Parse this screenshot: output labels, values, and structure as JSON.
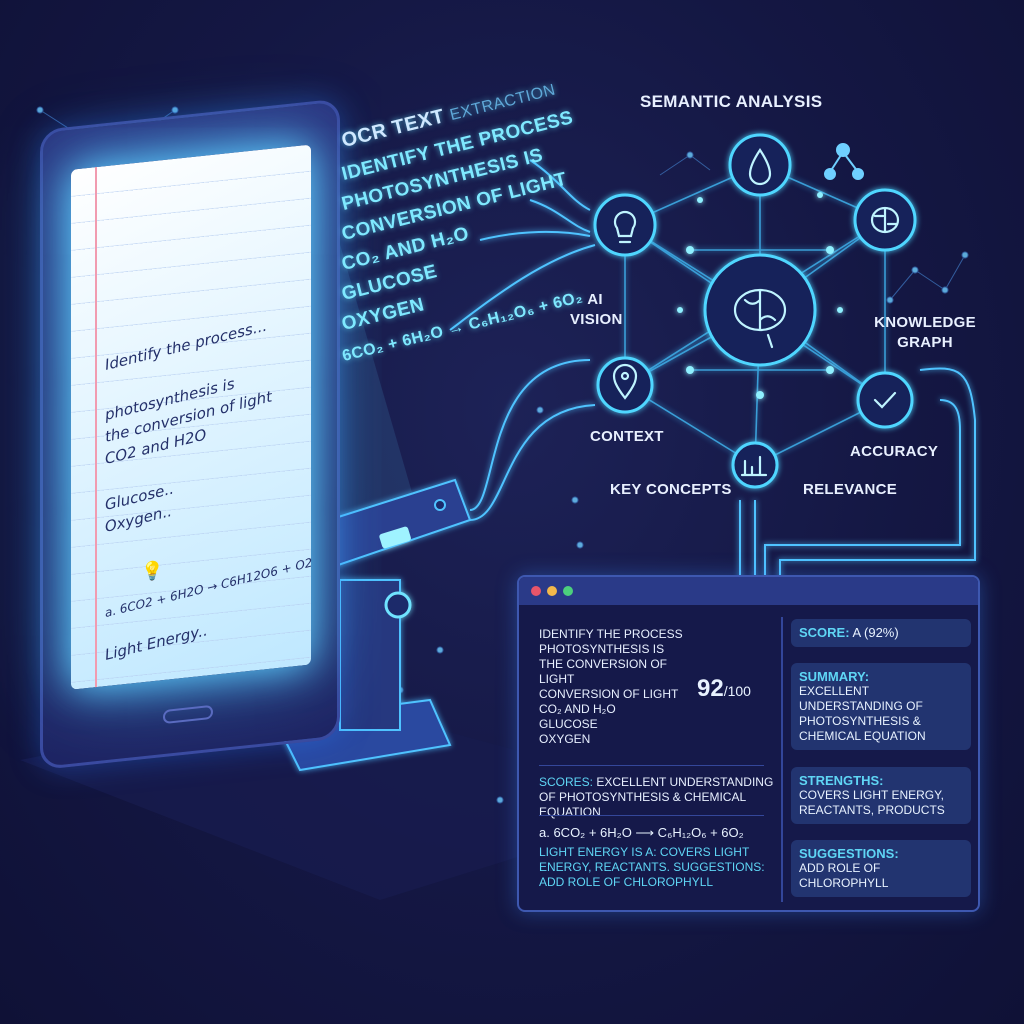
{
  "colors": {
    "background": "#141743",
    "accent": "#5fd6f5",
    "glow": "#4fc3ff",
    "panel": "#15194a",
    "card": "#223470"
  },
  "tablet": {
    "notes": [
      "Identify the process...",
      "photosynthesis is",
      "the conversion of light",
      "CO2 and H2O",
      "Glucose..",
      "Oxygen..",
      "a. 6CO2 + 6H2O → C6H12O6 + O2",
      "Light Energy.."
    ],
    "bulb_icon": "lightbulb-icon"
  },
  "ocr": {
    "title": "OCR TEXT",
    "title_suffix": "EXTRACTION",
    "lines": [
      "IDENTIFY THE PROCESS",
      "PHOTOSYNTHESIS IS",
      "CONVERSION OF LIGHT",
      "CO₂ AND H₂O",
      "GLUCOSE",
      "OXYGEN",
      "6CO₂ + 6H₂O → C₆H₁₂O₆ + 6O₂"
    ]
  },
  "network": {
    "title": "SEMANTIC ANALYSIS",
    "labels": {
      "ai_vision": "AI VISION",
      "knowledge_graph": "KNOWLEDGE GRAPH",
      "context": "CONTEXT",
      "accuracy": "ACCURACY",
      "key_concepts": "KEY CONCEPTS",
      "relevance": "RELEVANCE"
    },
    "icons": [
      "lightbulb-icon",
      "water-drop-icon",
      "brain-icon",
      "location-pin-icon",
      "checkmark-icon",
      "chart-icon",
      "central-brain-icon",
      "molecule-icon"
    ]
  },
  "panel": {
    "window_dots": [
      "#e8556a",
      "#f2b84b",
      "#4cd07d"
    ],
    "extracted": [
      "IDENTIFY THE PROCESS",
      "PHOTOSYNTHESIS IS",
      "THE CONVERSION OF",
      "LIGHT",
      "CONVERSION OF LIGHT",
      "CO₂ AND H₂O",
      "GLUCOSE",
      "OXYGEN"
    ],
    "score": {
      "value": "92",
      "max": "/100",
      "fraction": 0.92
    },
    "scores_label": "SCORES:",
    "scores_text": " EXCELLENT UNDERSTANDING OF PHOTOSYNTHESIS & CHEMICAL EQUATION",
    "equation": "a. 6CO₂ + 6H₂O ⟶ C₆H₁₂O₆ + 6O₂",
    "feedback": "LIGHT ENERGY is a: COVERS LIGHT ENERGY, REACTANTS. SUGGESTIONS: ADD ROLE OF CHLOROPHYLL",
    "cards": [
      {
        "heading": "SCORE:",
        "text": " A (92%)"
      },
      {
        "heading": "SUMMARY:",
        "text": "EXCELLENT UNDERSTANDING OF PHOTOSYNTHESIS & CHEMICAL EQUATION"
      },
      {
        "heading": "STRENGTHS:",
        "text": "COVERS LIGHT ENERGY, REACTANTS, PRODUCTS"
      },
      {
        "heading": "SUGGESTIONS:",
        "text": "ADD ROLE OF CHLOROPHYLL"
      }
    ]
  }
}
